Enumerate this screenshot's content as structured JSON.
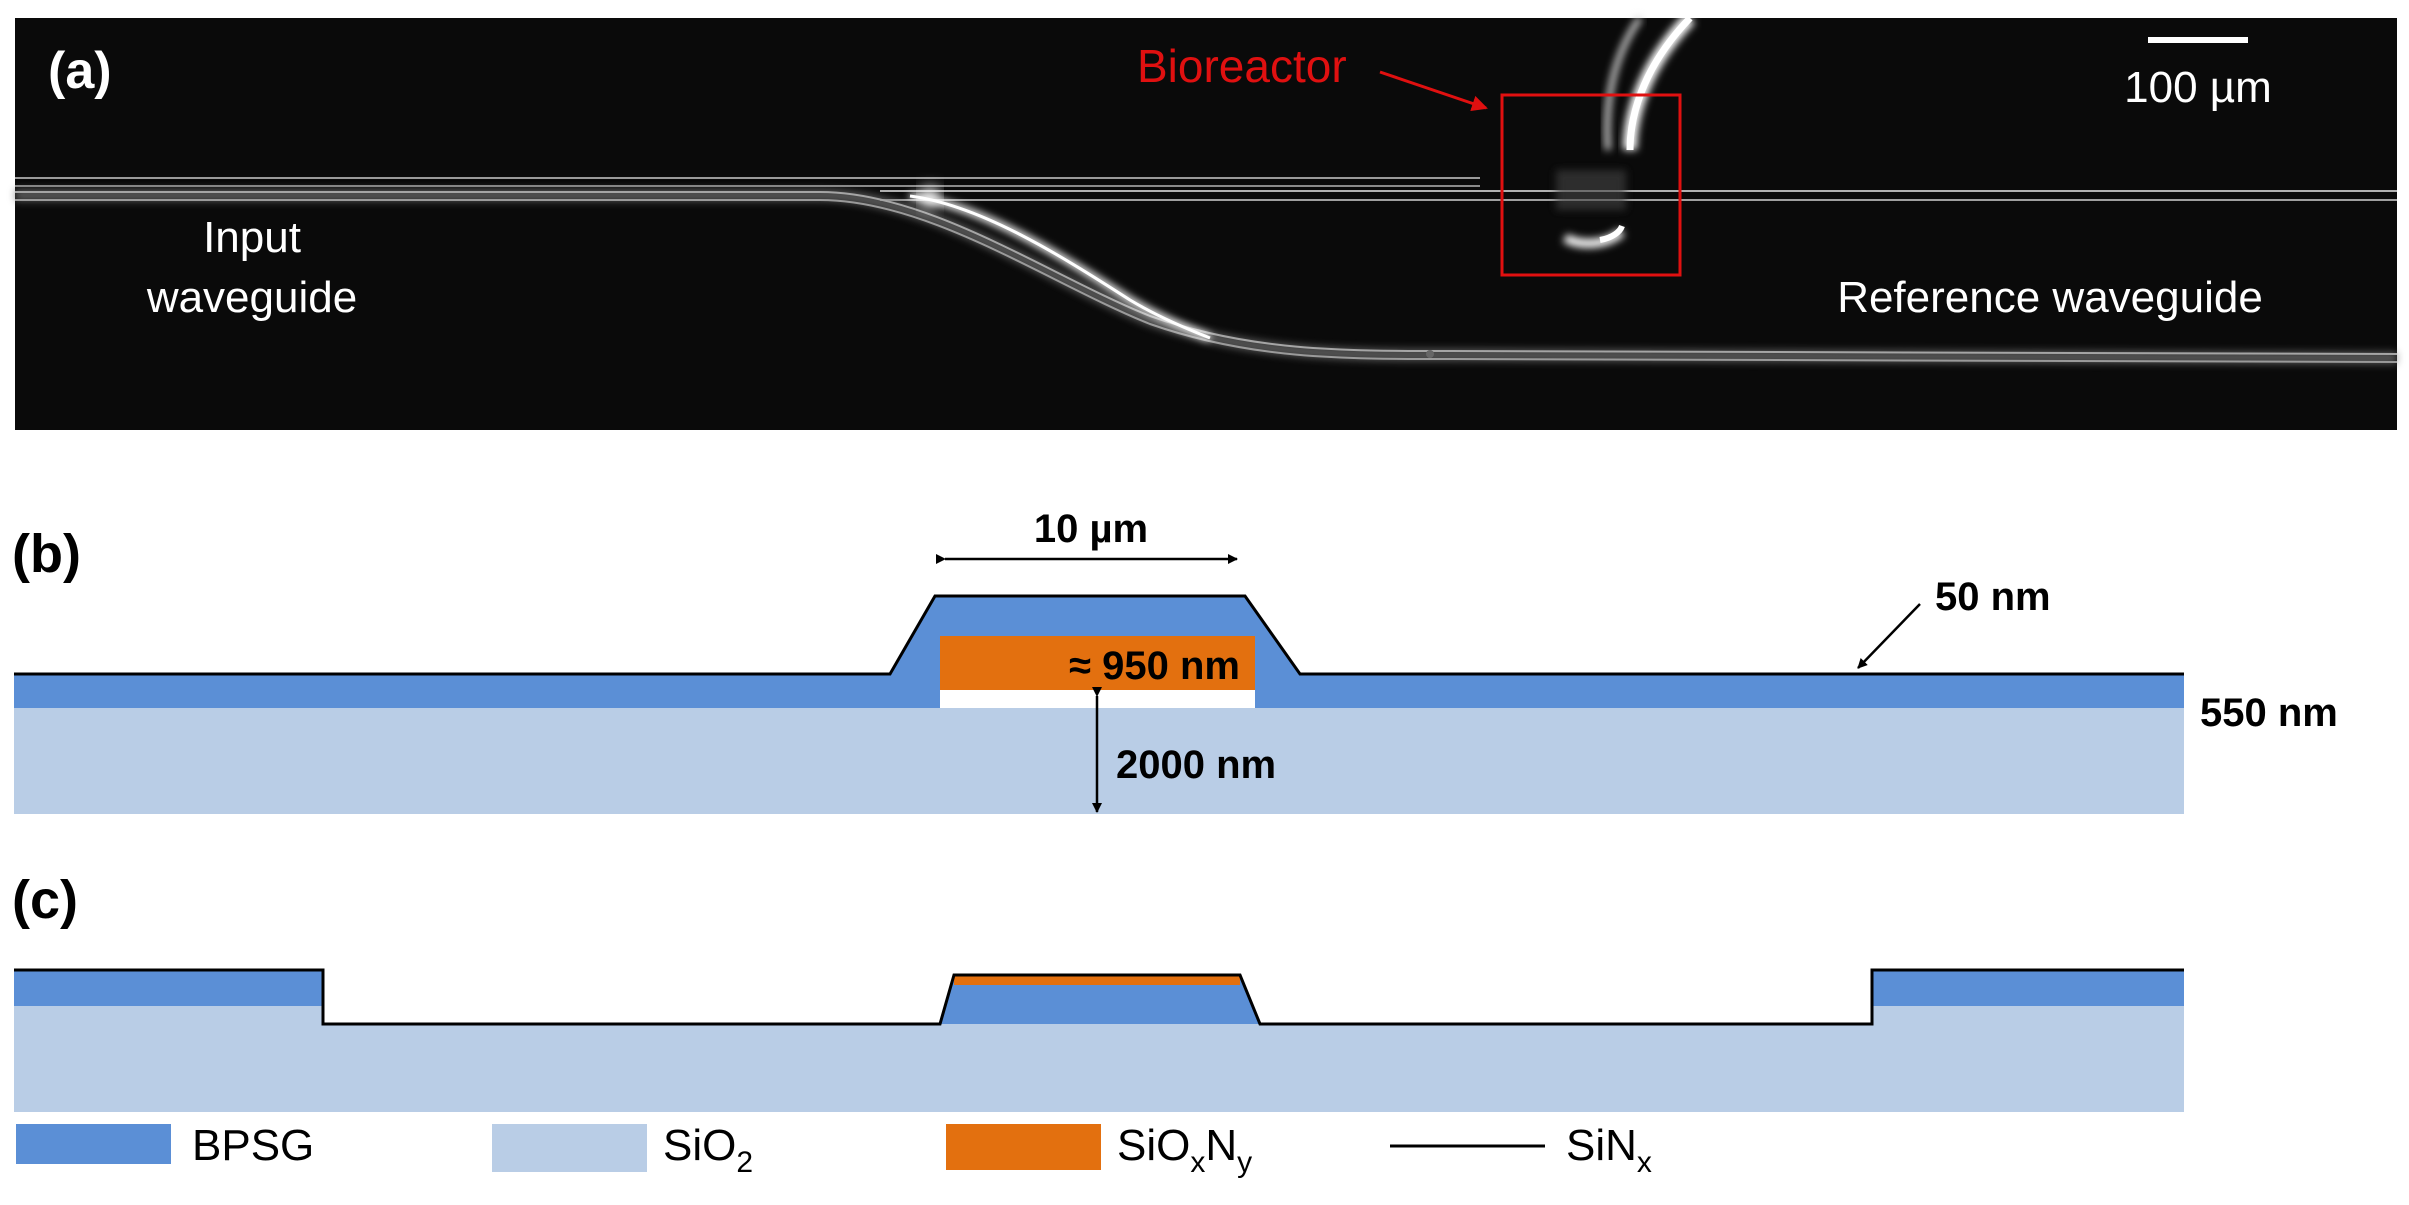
{
  "panel_a": {
    "label": "(a)",
    "bioreactor_label": "Bioreactor",
    "scale_bar_label": "100 µm",
    "input_label_line1": "Input",
    "input_label_line2": "waveguide",
    "reference_label": "Reference waveguide"
  },
  "panel_b": {
    "label": "(b)",
    "width_label": "10 µm",
    "core_thickness_label": "≈ 950 nm",
    "bpsg_thickness_label": "550 nm",
    "sinx_thickness_label": "50 nm",
    "oxide_thickness_label": "2000 nm"
  },
  "panel_c": {
    "label": "(c)"
  },
  "legend": {
    "bpsg": "BPSG",
    "sio2_main": "SiO",
    "sio2_sub": "2",
    "sioxny_main1": "SiO",
    "sioxny_sub1": "x",
    "sioxny_main2": "N",
    "sioxny_sub2": "y",
    "sinx_main": "SiN",
    "sinx_sub": "x"
  },
  "colors": {
    "bpsg": "#5b8fd6",
    "sio2": "#b9cde6",
    "sioxny": "#e3700f",
    "sinx": "#000000",
    "annotation_red": "#e01010"
  }
}
